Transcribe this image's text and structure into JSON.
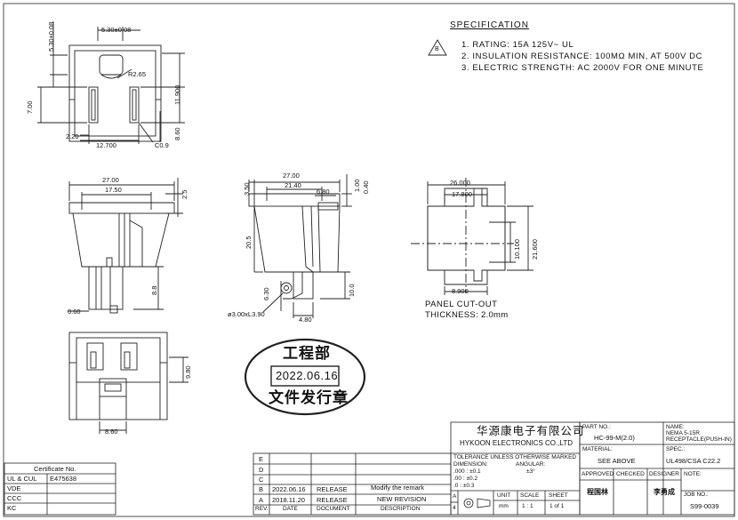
{
  "spec": {
    "title": "SPECIFICATION",
    "badge": "B",
    "items": [
      "1.  RATING:  15A  125V~  UL",
      "2.  INSULATION  RESISTANCE:  100MΩ  MIN,  AT  500V  DC",
      "3.  ELECTRIC  STRENGTH:  AC  2000V  FOR  ONE  MINUTE"
    ]
  },
  "dims": {
    "d_530_008": "5.30±0.08",
    "d_530_008_v": "5.30±0.08",
    "d_r265": "R2.65",
    "d_700": "7.00",
    "d_11900": "11.900",
    "d_860_a": "8.60",
    "d_220": "2.20",
    "d_12700": "12.700",
    "d_c09": "C0.9",
    "d_2700_a": "27.00",
    "d_1750": "17.50",
    "d_25": "2.5",
    "d_88": "8.8",
    "d_060": "0.60",
    "d_2700_b": "27.00",
    "d_2140": "21.40",
    "d_680": "6.80",
    "d_100": "1.00",
    "d_040": "0.40",
    "d_350": "3.50",
    "d_205": "20.5",
    "d_630": "6.30",
    "d_100b": "10.0",
    "d_hole": "ø3.00xL3.90",
    "d_480": "4.80",
    "d_26000": "26.000",
    "d_17800": "17.800",
    "d_10100": "10.100",
    "d_21600": "21.600",
    "d_8900": "8.900",
    "d_980": "9.80",
    "d_860_b": "8.60"
  },
  "panel": {
    "title": "PANEL  CUT-OUT",
    "thickness": "THICKNESS: 2.0mm"
  },
  "stamp": {
    "top": "工程部",
    "date": "2022.06.16",
    "bottom": "文件发行章"
  },
  "certificate": {
    "header": "Certificate No.",
    "rows": [
      {
        "label": "UL & CUL",
        "value": "E475638"
      },
      {
        "label": "VDE",
        "value": ""
      },
      {
        "label": "CCC",
        "value": ""
      },
      {
        "label": "KC",
        "value": ""
      }
    ]
  },
  "revisions": {
    "rows": [
      {
        "rev": "E",
        "date": "",
        "doc": "",
        "desc": ""
      },
      {
        "rev": "D",
        "date": "",
        "doc": "",
        "desc": ""
      },
      {
        "rev": "C",
        "date": "",
        "doc": "",
        "desc": ""
      },
      {
        "rev": "B",
        "date": "2022.06.16",
        "doc": "RELEASE",
        "desc": "Modify  the  remark"
      },
      {
        "rev": "A",
        "date": "2018.11.20",
        "doc": "RELEASE",
        "desc": "NEW  REVISION"
      }
    ],
    "header": {
      "rev": "REV.",
      "date": "DATE",
      "doc": "DOCUMENT",
      "desc": "DESCRIPTION"
    }
  },
  "titleblock": {
    "company_cn": "华源康电子有限公司",
    "company_en": "HYKOON  ELECTRONICS  CO.,LTD",
    "tolerance_title": "TOLERANCE  UNLESS  OTHERWISE  MARKED",
    "dimension_label": "DIMENSION:",
    "angular_label": "ANGULAR:",
    "tol_1": ".000  :  ±0.1",
    "tol_2": ".00    :  ±0.2",
    "tol_3": ".0      :  ±0.3",
    "angular_value": "±3°",
    "unit_label": "UNIT",
    "unit_value": "mm",
    "scale_label": "SCALE",
    "scale_value": "1  :  1",
    "sheet_label": "SHEET",
    "sheet_value": "1  of 1",
    "side_a": "A",
    "side_4": "4",
    "part_no_label": "PART NO.:",
    "part_no_value": "HC-99-M(2.0)",
    "name_label": "NAME:",
    "name_value_1": "NEMA  5-15R",
    "name_value_2": "RECEPTACLE(PUSH-IN)",
    "material_label": "MATERIAL:",
    "material_value": "SEE  ABOVE",
    "spec_label": "SPEC.:",
    "spec_value": "UL498/CSA  C22.2",
    "approved_label": "APPROVED",
    "checked_label": "CHECKED",
    "designer_label": "DESIGNER",
    "note_label": "NOTE:",
    "approved_sig": "程国林",
    "designer_sig": "李勇成",
    "job_no_label": "JOB NO.:",
    "job_no_value": "S99-0039"
  }
}
